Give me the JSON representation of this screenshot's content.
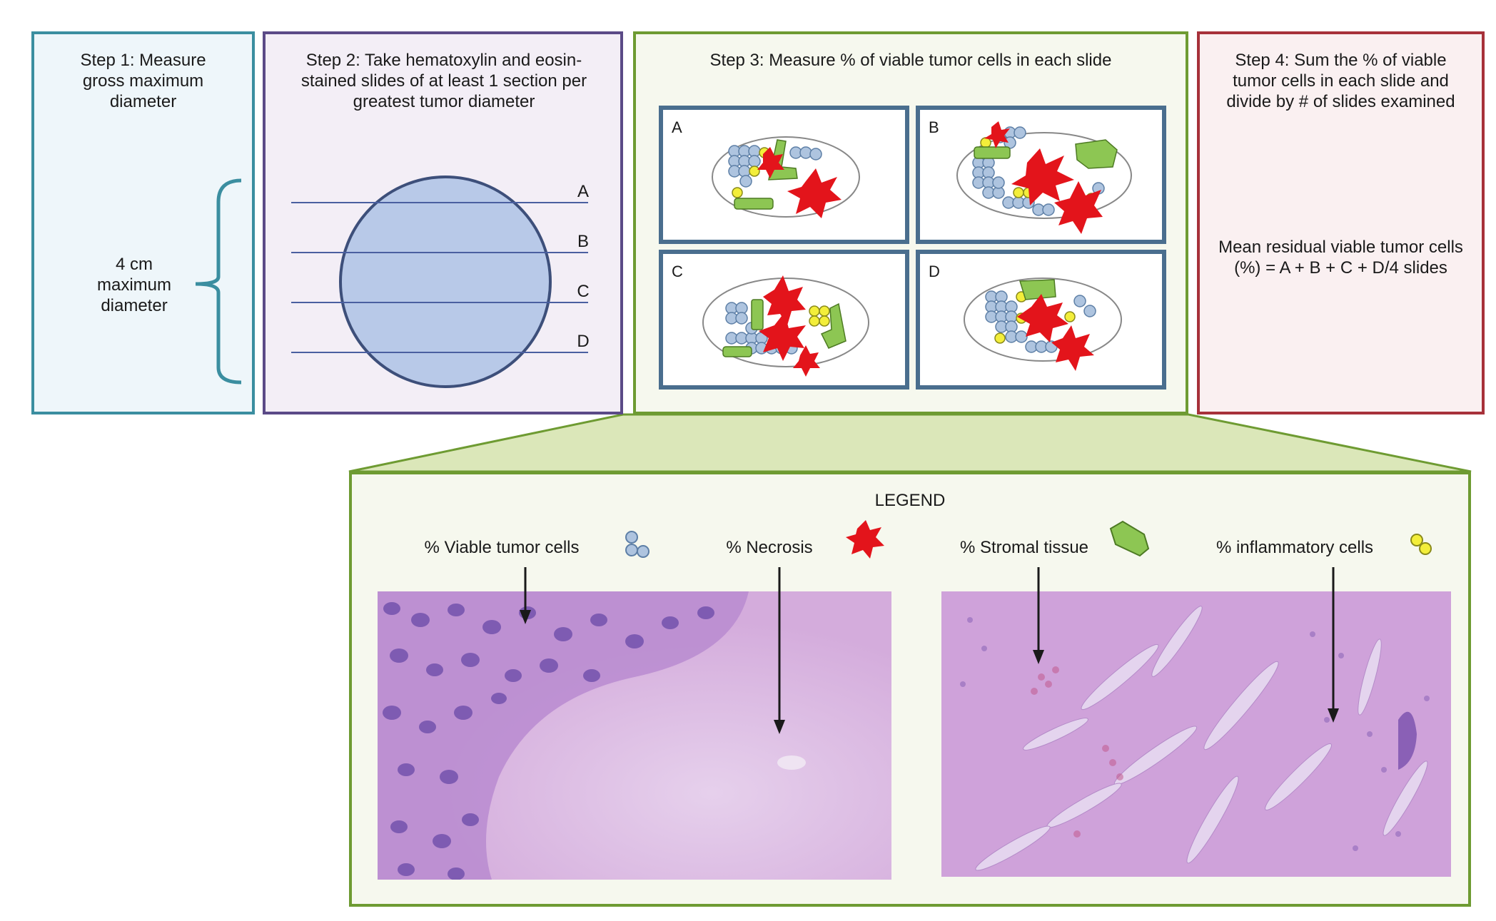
{
  "step1": {
    "title": "Step 1: Measure gross maximum diameter",
    "measure_label": "4 cm maximum diameter"
  },
  "step2": {
    "title": "Step 2: Take hematoxylin and eosin-stained slides of at least 1 section per greatest tumor diameter",
    "sections": [
      "A",
      "B",
      "C",
      "D"
    ]
  },
  "step3": {
    "title": "Step 3: Measure % of viable tumor cells in each slide",
    "slides": [
      "A",
      "B",
      "C",
      "D"
    ]
  },
  "step4": {
    "title": "Step 4: Sum the % of viable tumor cells in each slide and divide by # of slides examined",
    "formula": "Mean residual viable tumor cells (%) = A + B + C + D/4 slides"
  },
  "legend": {
    "title": "LEGEND",
    "items": [
      {
        "label": "% Viable tumor cells",
        "icon": "viable-tumor-cells-icon"
      },
      {
        "label": "% Necrosis",
        "icon": "necrosis-icon"
      },
      {
        "label": "% Stromal tissue",
        "icon": "stromal-tissue-icon"
      },
      {
        "label": "% inflammatory cells",
        "icon": "inflammatory-cells-icon"
      }
    ]
  },
  "colors": {
    "step1_border": "#3b8ea0",
    "step2_border": "#5b4a87",
    "step3_border": "#6e9b32",
    "step4_border": "#a7313a",
    "tumor_fill": "#b8c9e8",
    "viable_cell": "#aec4df",
    "necrosis": "#e3141b",
    "stroma": "#8dc653",
    "inflammatory": "#f3ee3a",
    "he_stain": "#c59ad6"
  }
}
